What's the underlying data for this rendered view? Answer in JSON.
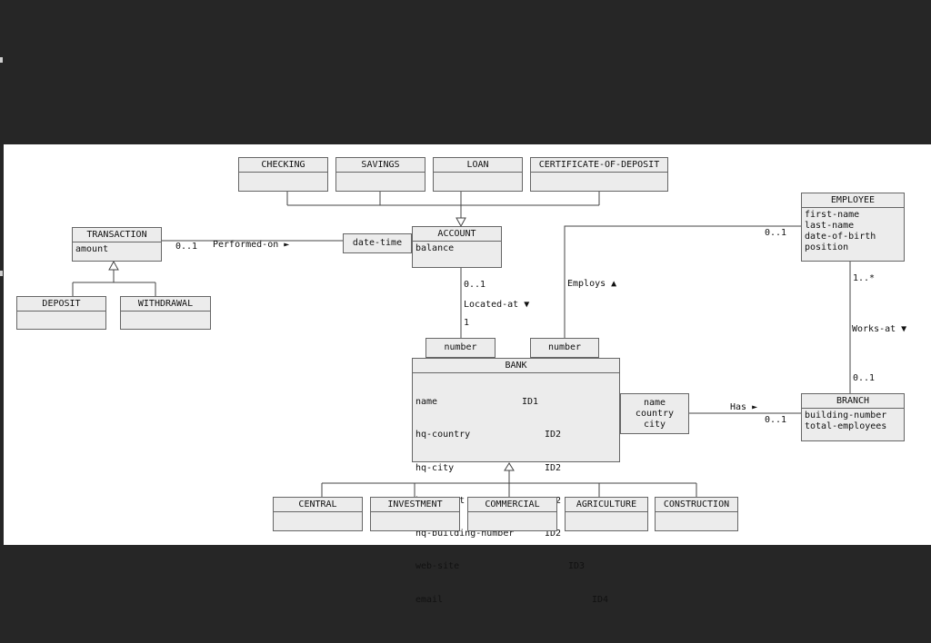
{
  "diagram": {
    "classes": {
      "checking": {
        "name": "CHECKING",
        "attrs": ""
      },
      "savings": {
        "name": "SAVINGS",
        "attrs": ""
      },
      "loan": {
        "name": "LOAN",
        "attrs": ""
      },
      "cd": {
        "name": "CERTIFICATE-OF-DEPOSIT",
        "attrs": ""
      },
      "employee": {
        "name": "EMPLOYEE",
        "attrs": "first-name\nlast-name\ndate-of-birth\nposition"
      },
      "transaction": {
        "name": "TRANSACTION",
        "attrs": "amount"
      },
      "account": {
        "name": "ACCOUNT",
        "attrs": "balance"
      },
      "deposit": {
        "name": "DEPOSIT",
        "attrs": ""
      },
      "withdrawal": {
        "name": "WITHDRAWAL",
        "attrs": ""
      },
      "bank": {
        "name": "BANK",
        "attrs": [
          {
            "name": "name",
            "id": "ID1"
          },
          {
            "name": "hq-country",
            "id": "ID2"
          },
          {
            "name": "hq-city",
            "id": "ID2"
          },
          {
            "name": "hq-street",
            "id": "ID2"
          },
          {
            "name": "hq-building-number",
            "id": "ID2"
          },
          {
            "name": "web-site",
            "id": "ID3"
          },
          {
            "name": "email",
            "id": "ID4"
          }
        ]
      },
      "branch": {
        "name": "BRANCH",
        "attrs": "building-number\ntotal-employees"
      },
      "central": {
        "name": "CENTRAL",
        "attrs": ""
      },
      "investment": {
        "name": "INVESTMENT",
        "attrs": ""
      },
      "commercial": {
        "name": "COMMERCIAL",
        "attrs": ""
      },
      "agriculture": {
        "name": "AGRICULTURE",
        "attrs": ""
      },
      "construction": {
        "name": "CONSTRUCTION",
        "attrs": ""
      }
    },
    "qualifiers": {
      "datetime": "date-time",
      "number_account": "number",
      "number_employee": "number",
      "bank_branch": "name\ncountry\ncity"
    },
    "associations": {
      "performed_on": "Performed-on ►",
      "performed_on_mult": "0..1",
      "located_at": "Located-at ▼",
      "located_at_mult_top": "0..1",
      "located_at_mult_bottom": "1",
      "employs": "Employs ▲",
      "employs_mult": "0..1",
      "works_at": "Works-at ▼",
      "works_at_mult_top": "1..*",
      "works_at_mult_bottom": "0..1",
      "has": "Has ►",
      "has_mult": "0..1"
    },
    "colors": {
      "background": "#262626",
      "canvas": "#ffffff",
      "box_fill": "#ececec",
      "line": "#444444"
    }
  }
}
